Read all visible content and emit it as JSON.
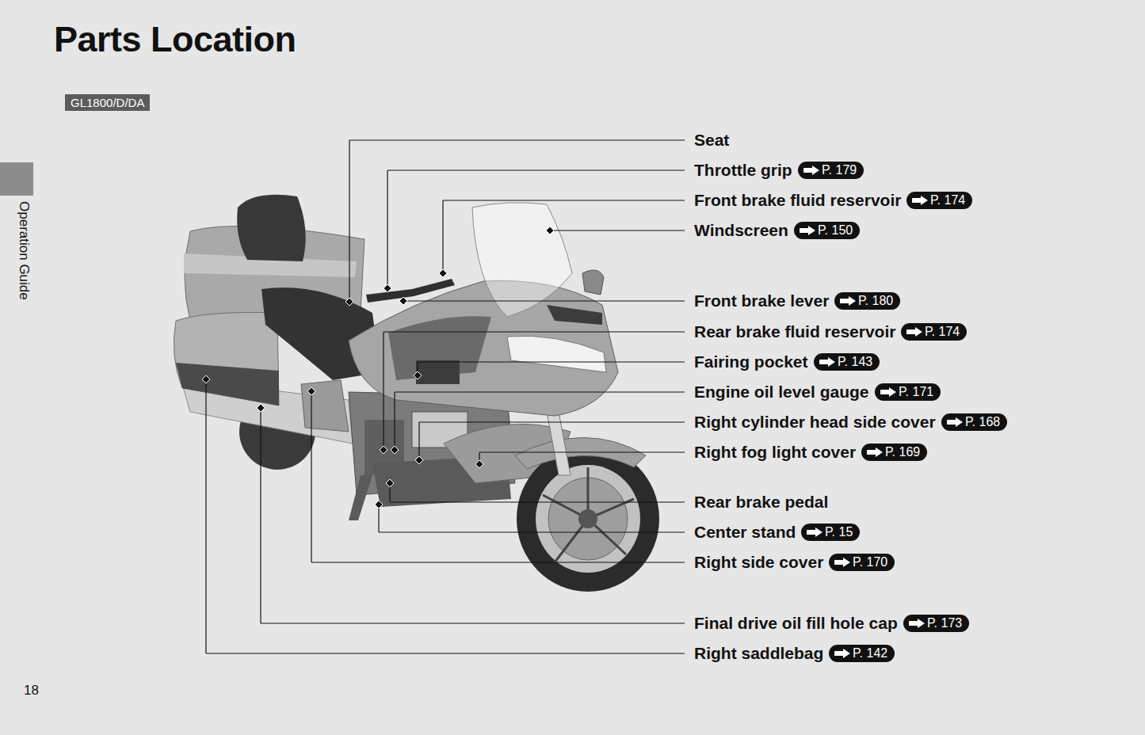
{
  "diagram": {
    "title": "Parts Location",
    "nodes": [
      {
        "text": [
          "GL1800/D/DA"
        ]
      },
      {
        "text": [
          "P. 179"
        ]
      },
      {
        "text": [
          "P. 174"
        ]
      },
      {
        "text": [
          "P. 150"
        ]
      },
      {
        "text": [
          "P. 180"
        ]
      },
      {
        "text": [
          "P. 174"
        ]
      },
      {
        "text": [
          "P. 143"
        ]
      },
      {
        "text": [
          "P. 171"
        ]
      },
      {
        "text": [
          "P. 168"
        ]
      },
      {
        "text": [
          "P. 169"
        ]
      },
      {
        "text": [
          "P. 15"
        ]
      },
      {
        "text": [
          "P. 170"
        ]
      },
      {
        "text": [
          "P. 173"
        ]
      },
      {
        "text": [
          "P. 142"
        ]
      }
    ],
    "labels": [
      "Seat",
      "Throttle grip",
      "Front brake fluid reservoir",
      "Windscreen",
      "Front brake lever",
      "Rear brake fluid reservoir",
      "Fairing pocket",
      "Engine oil level gauge",
      "Right cylinder head side cover",
      "Right fog light cover",
      "Rear brake pedal",
      "Center stand",
      "Right side cover",
      "Final drive oil fill hole cap",
      "Right saddlebag",
      "Operation Guide",
      "18"
    ]
  }
}
